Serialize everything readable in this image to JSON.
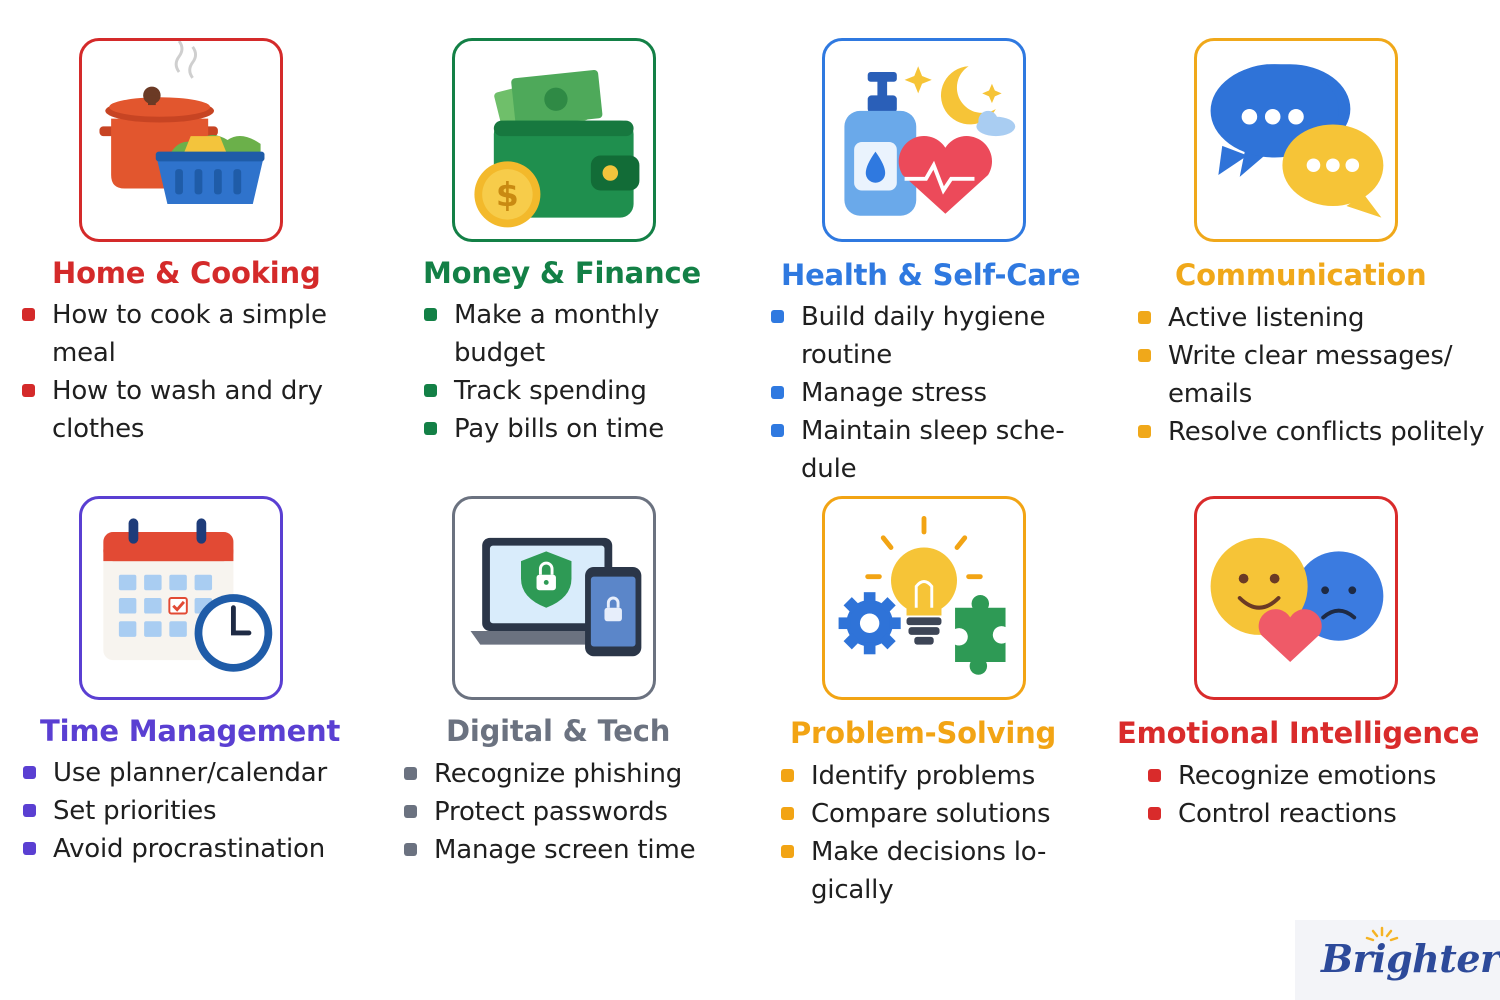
{
  "colors": {
    "home": "#d42a2a",
    "money": "#138046",
    "health": "#2f79e0",
    "communication": "#f0a81a",
    "time": "#5a3fd2",
    "digital": "#6b7280",
    "problem": "#f2a414",
    "emotional": "#d92b2b",
    "logo": "#2d4a9a",
    "logo_sun": "#f5b324"
  },
  "categories": [
    {
      "id": "home",
      "title": "Home & Cooking",
      "icon": "cooking-pot-laundry-icon",
      "items": [
        "How to cook a simple meal",
        "How to wash and dry clothes"
      ]
    },
    {
      "id": "money",
      "title": "Money & Finance",
      "icon": "wallet-money-icon",
      "items": [
        "Make a monthly budget",
        "Track spending",
        "Pay bills on time"
      ]
    },
    {
      "id": "health",
      "title": "Health & Self-Care",
      "icon": "soap-heart-moon-icon",
      "items": [
        "Build daily hygiene routine",
        "Manage stress",
        "Maintain sleep sche-dule"
      ]
    },
    {
      "id": "communication",
      "title": "Communication",
      "icon": "speech-bubbles-icon",
      "items": [
        "Active listening",
        "Write clear messages/ emails",
        "Resolve conflicts politely"
      ]
    },
    {
      "id": "time",
      "title": "Time Management",
      "icon": "calendar-clock-icon",
      "items": [
        "Use planner/calendar",
        "Set priorities",
        "Avoid procrastination"
      ]
    },
    {
      "id": "digital",
      "title": "Digital & Tech",
      "icon": "laptop-shield-icon",
      "items": [
        "Recognize phishing",
        "Protect passwords",
        "Manage screen time"
      ]
    },
    {
      "id": "problem",
      "title": "Problem-Solving",
      "icon": "lightbulb-gear-puzzle-icon",
      "items": [
        "Identify problems",
        "Compare solutions",
        "Make decisions lo-gically"
      ]
    },
    {
      "id": "emotional",
      "title": "Emotional Intelligence",
      "icon": "emotion-faces-heart-icon",
      "items": [
        "Recognize emotions",
        "Control reactions"
      ]
    }
  ],
  "logo": {
    "text": "Brighterly"
  }
}
